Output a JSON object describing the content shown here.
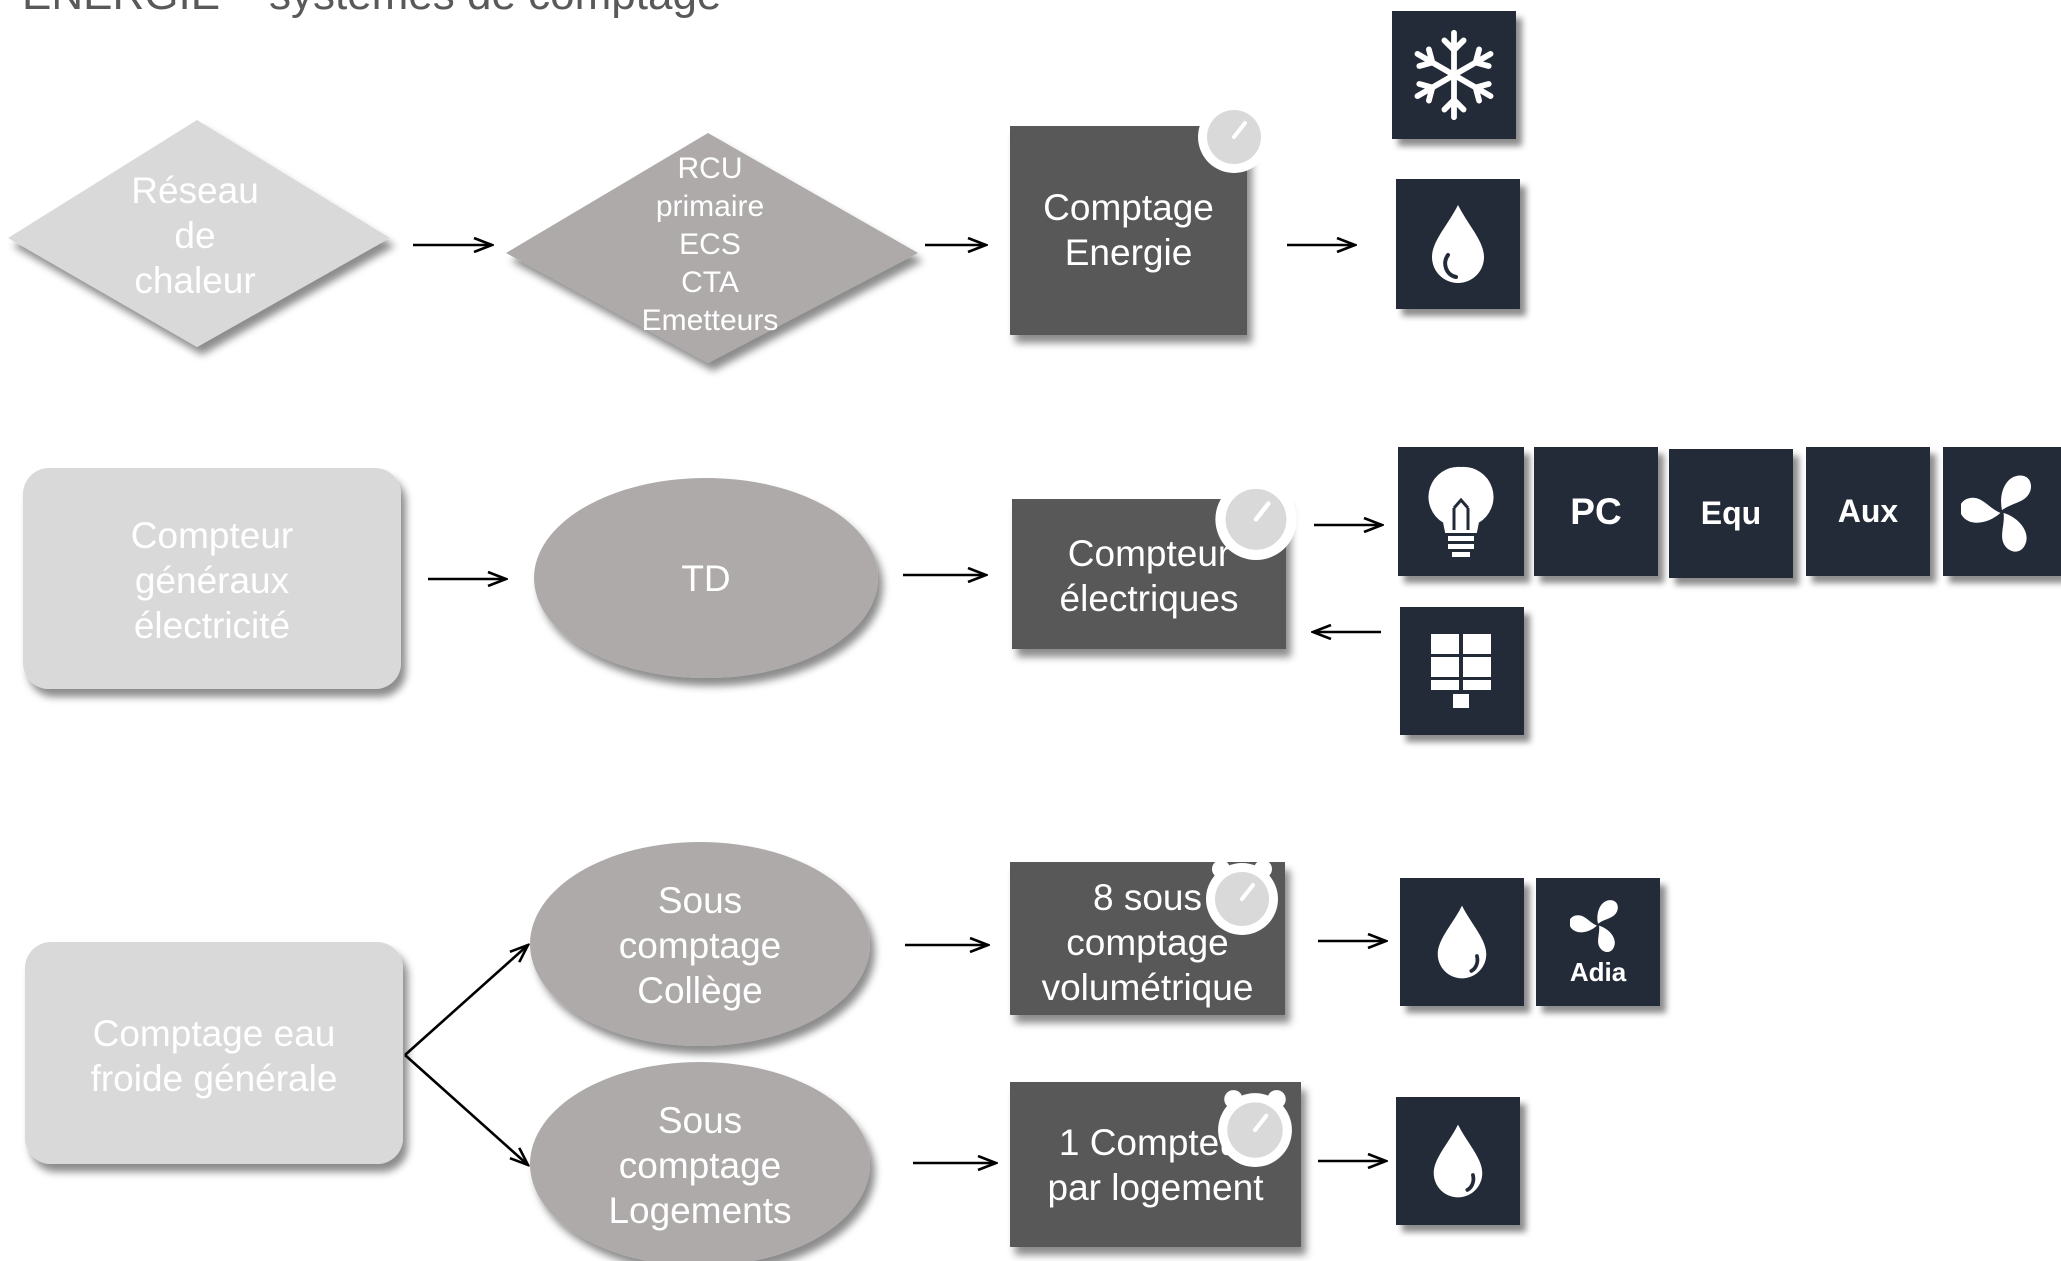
{
  "title": "ENERGIE – systèmes de comptage",
  "row_heat": {
    "source": [
      "Réseau",
      "de",
      "chaleur"
    ],
    "circuits": [
      "RCU",
      "primaire",
      "ECS",
      "CTA",
      "Emetteurs"
    ],
    "meter": [
      "Comptage",
      "Energie"
    ],
    "outputs": [
      "snowflake-icon",
      "water-drop-icon"
    ]
  },
  "row_electricity": {
    "source": [
      "Compteur",
      "généraux",
      "électricité"
    ],
    "board": "TD",
    "meter": [
      "Compteur",
      "électriques"
    ],
    "outputs": {
      "lighting_icon": "lightbulb-icon",
      "pc": "PC",
      "equ": "Equ",
      "aux": "Aux",
      "ventilation_icon": "fan-icon"
    },
    "input": "solar-panel-icon"
  },
  "row_water": {
    "source": [
      "Comptage eau",
      "froide générale"
    ],
    "college": [
      "Sous",
      "comptage",
      "Collège"
    ],
    "housing": [
      "Sous",
      "comptage",
      "Logements"
    ],
    "college_meter": [
      "8 sous",
      "comptage",
      "volumétrique"
    ],
    "housing_meter": [
      "1 Compteur",
      "par logement"
    ],
    "college_outputs": {
      "water_icon": "water-drop-icon",
      "adia_icon": "fan-icon",
      "adia": "Adia"
    },
    "housing_output": "water-drop-icon"
  },
  "colors": {
    "light_grey": "#d9d9d9",
    "mid_grey": "#aeaaaa",
    "dark_grey": "#595959",
    "icon_navy": "#232b38",
    "title_grey": "#595959"
  }
}
